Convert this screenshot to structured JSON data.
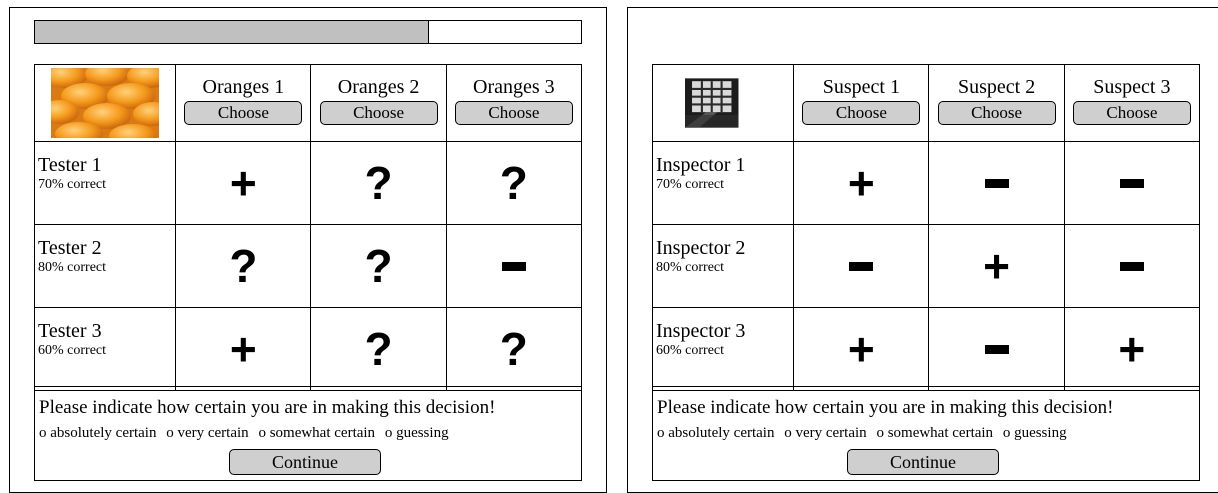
{
  "panels": [
    {
      "progress": 0.72,
      "thumbnail": "oranges-photo",
      "options": [
        {
          "label": "Oranges 1",
          "button": "Choose"
        },
        {
          "label": "Oranges 2",
          "button": "Choose"
        },
        {
          "label": "Oranges 3",
          "button": "Choose"
        }
      ],
      "raters": [
        {
          "name": "Tester 1",
          "accuracy": "70% correct",
          "marks": [
            "+",
            "?",
            "?"
          ]
        },
        {
          "name": "Tester 2",
          "accuracy": "80% correct",
          "marks": [
            "?",
            "?",
            "-"
          ]
        },
        {
          "name": "Tester 3",
          "accuracy": "60% correct",
          "marks": [
            "+",
            "?",
            "?"
          ]
        }
      ],
      "question": "Please indicate how certain you are in making this decision!",
      "certainty_options": [
        "o absolutely certain",
        "o very certain",
        "o somewhat certain",
        "o guessing"
      ],
      "continue_label": "Continue"
    },
    {
      "thumbnail": "window-photo",
      "options": [
        {
          "label": "Suspect 1",
          "button": "Choose"
        },
        {
          "label": "Suspect 2",
          "button": "Choose"
        },
        {
          "label": "Suspect 3",
          "button": "Choose"
        }
      ],
      "raters": [
        {
          "name": "Inspector 1",
          "accuracy": "70% correct",
          "marks": [
            "+",
            "-",
            "-"
          ]
        },
        {
          "name": "Inspector 2",
          "accuracy": "80% correct",
          "marks": [
            "-",
            "+",
            "-"
          ]
        },
        {
          "name": "Inspector 3",
          "accuracy": "60% correct",
          "marks": [
            "+",
            "-",
            "+"
          ]
        }
      ],
      "question": "Please indicate how certain you are in making this decision!",
      "certainty_options": [
        "o absolutely certain",
        "o very certain",
        "o somewhat certain",
        "o guessing"
      ],
      "continue_label": "Continue"
    }
  ]
}
